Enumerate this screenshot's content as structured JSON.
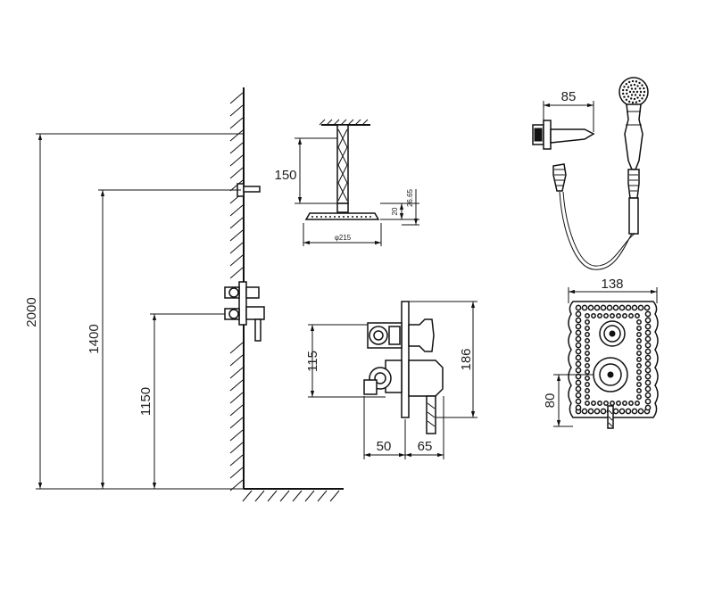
{
  "colors": {
    "line": "#111111",
    "background": "#ffffff"
  },
  "wall_heights": {
    "h2000": "2000",
    "h1400": "1400",
    "h1150": "1150"
  },
  "showerhead": {
    "arm_height": "150",
    "diameter": "φ215",
    "plate": "20",
    "total": "26.65"
  },
  "mixer": {
    "body_height": "115",
    "overall_height": "186",
    "depth_body": "50",
    "depth_handle": "65"
  },
  "handshower": {
    "bracket_width": "85"
  },
  "faceplate": {
    "width": "138",
    "bottom_offset": "80"
  }
}
